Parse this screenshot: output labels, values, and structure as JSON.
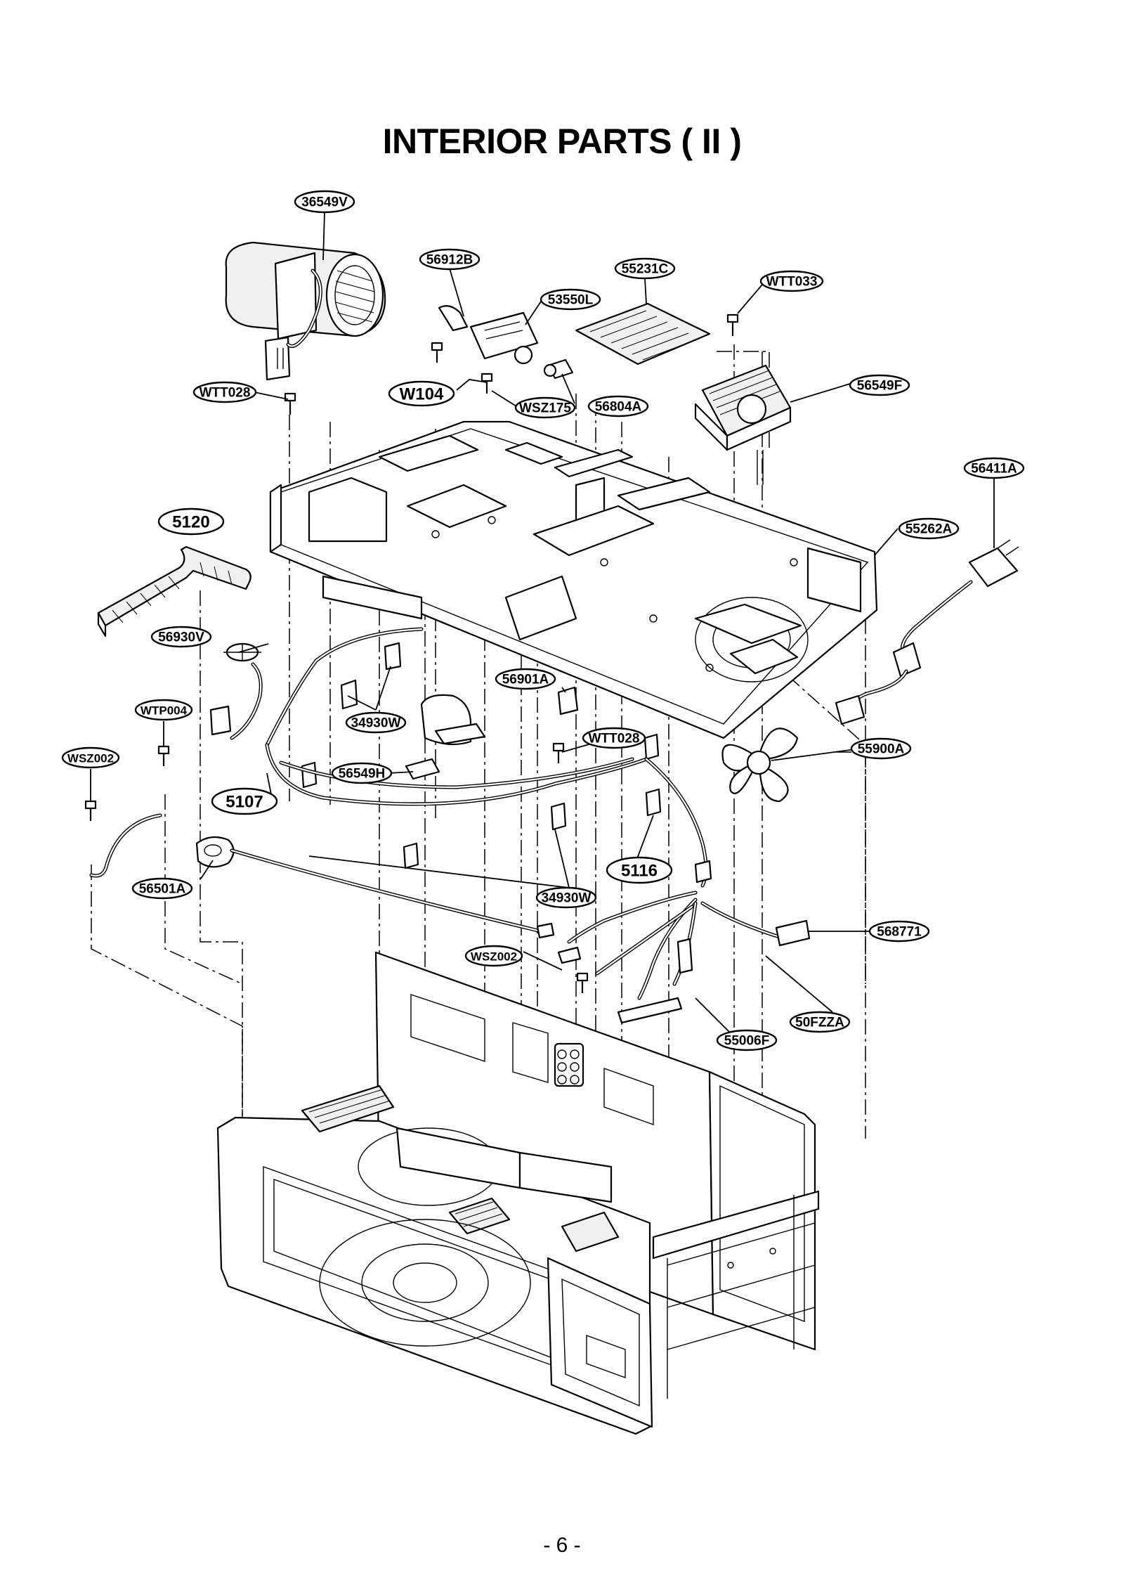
{
  "page": {
    "title": "INTERIOR PARTS ( II )",
    "page_number": "- 6 -"
  },
  "callouts": [
    {
      "id": "36549V",
      "text": "36549V"
    },
    {
      "id": "56912B",
      "text": "56912B"
    },
    {
      "id": "55231C",
      "text": "55231C"
    },
    {
      "id": "WTT033",
      "text": "WTT033"
    },
    {
      "id": "53550L",
      "text": "53550L"
    },
    {
      "id": "WTT028-top",
      "text": "WTT028"
    },
    {
      "id": "W104",
      "text": "W104"
    },
    {
      "id": "WSZ175",
      "text": "WSZ175"
    },
    {
      "id": "56804A",
      "text": "56804A"
    },
    {
      "id": "56549F",
      "text": "56549F"
    },
    {
      "id": "56411A",
      "text": "56411A"
    },
    {
      "id": "5120",
      "text": "5120"
    },
    {
      "id": "55262A",
      "text": "55262A"
    },
    {
      "id": "56930V",
      "text": "56930V"
    },
    {
      "id": "56901A",
      "text": "56901A"
    },
    {
      "id": "WTP004",
      "text": "WTP004"
    },
    {
      "id": "34930W-top",
      "text": "34930W"
    },
    {
      "id": "WTT028-mid",
      "text": "WTT028"
    },
    {
      "id": "55900A",
      "text": "55900A"
    },
    {
      "id": "WSZ002-left",
      "text": "WSZ002"
    },
    {
      "id": "56549H",
      "text": "56549H"
    },
    {
      "id": "5107",
      "text": "5107"
    },
    {
      "id": "5116",
      "text": "5116"
    },
    {
      "id": "56501A",
      "text": "56501A"
    },
    {
      "id": "34930W-bottom",
      "text": "34930W"
    },
    {
      "id": "568771",
      "text": "568771"
    },
    {
      "id": "WSZ002-right",
      "text": "WSZ002"
    },
    {
      "id": "50FZZA",
      "text": "50FZZA"
    },
    {
      "id": "55006F",
      "text": "55006F"
    }
  ]
}
